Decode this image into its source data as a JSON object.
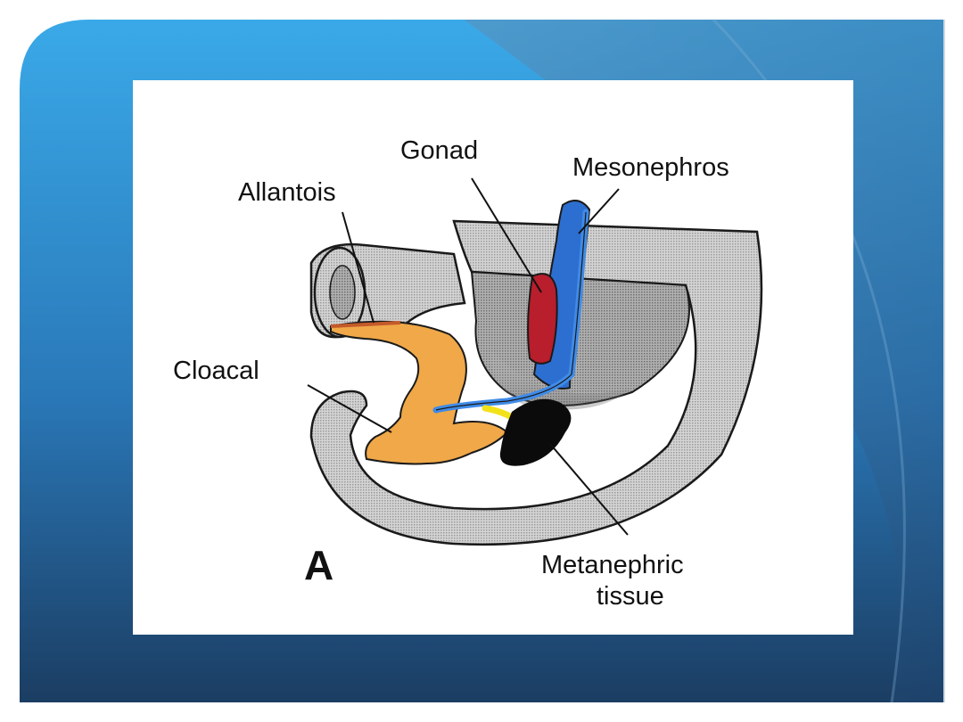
{
  "figure": {
    "panel_letter": "A",
    "labels": {
      "gonad": "Gonad",
      "mesonephros": "Mesonephros",
      "allantois": "Allantois",
      "cloacal": "Cloacal",
      "metanephric_line1": "Metanephric",
      "metanephric_line2": "tissue"
    }
  },
  "colors": {
    "slide_top": "#3aa9e8",
    "slide_bottom": "#1b3d62",
    "embryo_gray": "#c8c8c8",
    "cloaca_orange": "#f0a848",
    "gonad_red": "#b81e2c",
    "mesonephros_blue": "#2d6fd0",
    "ureteric_yellow": "#f2e21a",
    "metanephric_black": "#0b0b0b"
  }
}
